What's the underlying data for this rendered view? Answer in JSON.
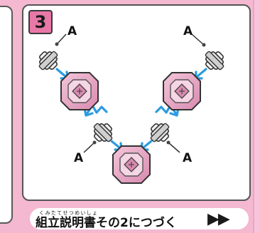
{
  "step": {
    "number": "3"
  },
  "labels": {
    "a_top_left": "A",
    "a_top_right": "A",
    "a_bottom_left": "A",
    "a_bottom_right": "A"
  },
  "footer": {
    "ruby": "くみたてせつめいしょ",
    "text": "組立説明書その2につづく",
    "arrows": "▶▶"
  },
  "colors": {
    "background": "#f4b8d0",
    "badge": "#e878a8",
    "block_fill": "#e7a3c0",
    "arrow_blue": "#2d9be0"
  }
}
